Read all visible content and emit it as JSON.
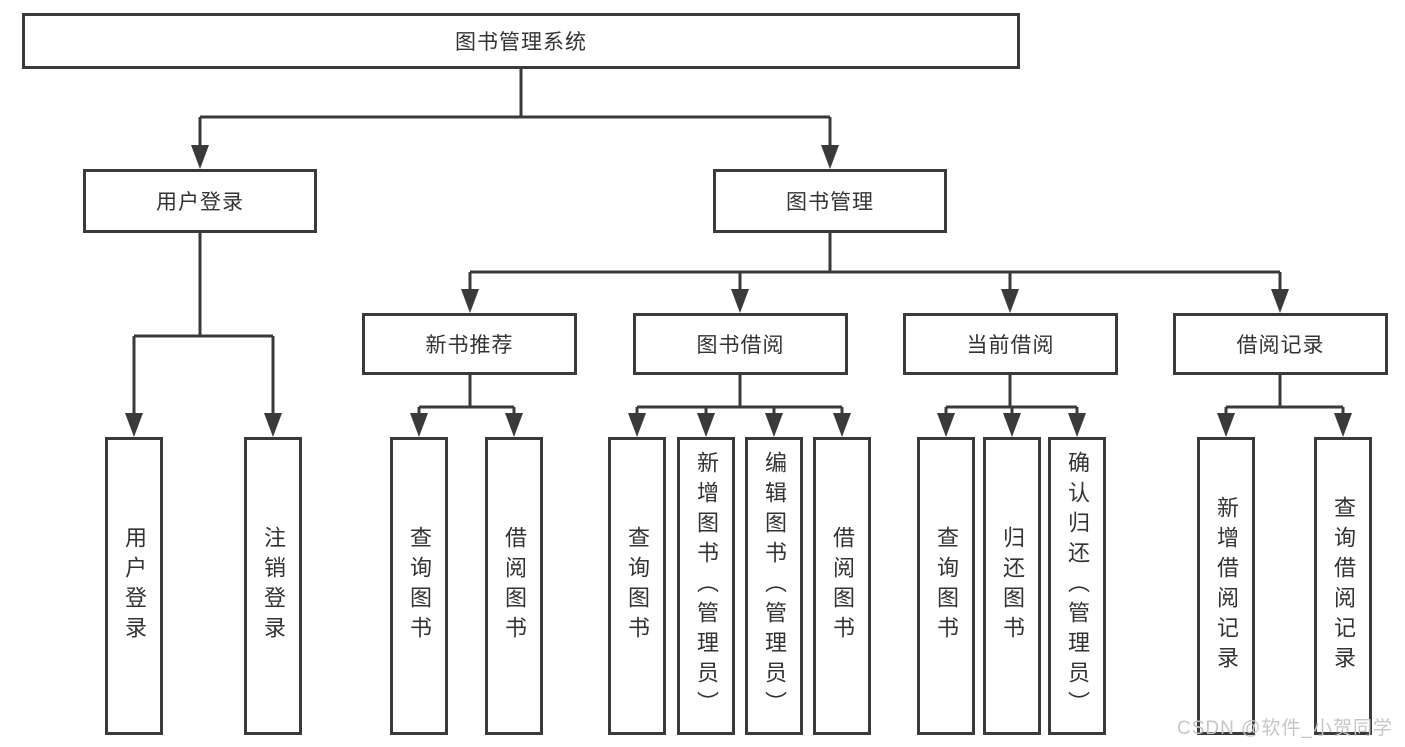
{
  "diagram": {
    "root": {
      "label": "图书管理系统"
    },
    "branches": [
      {
        "label": "用户登录",
        "children": [
          {
            "label": "用户登录"
          },
          {
            "label": "注销登录"
          }
        ]
      },
      {
        "label": "图书管理",
        "children": [
          {
            "label": "新书推荐",
            "children": [
              {
                "label": "查询图书"
              },
              {
                "label": "借阅图书"
              }
            ]
          },
          {
            "label": "图书借阅",
            "children": [
              {
                "label": "查询图书"
              },
              {
                "label": "新增图书（管理员）"
              },
              {
                "label": "编辑图书（管理员）"
              },
              {
                "label": "借阅图书"
              }
            ]
          },
          {
            "label": "当前借阅",
            "children": [
              {
                "label": "查询图书"
              },
              {
                "label": "归还图书"
              },
              {
                "label": "确认归还（管理员）"
              }
            ]
          },
          {
            "label": "借阅记录",
            "children": [
              {
                "label": "新增借阅记录"
              },
              {
                "label": "查询借阅记录"
              }
            ]
          }
        ]
      }
    ]
  },
  "watermark": {
    "text": "CSDN @软件_小贺同学"
  },
  "colors": {
    "line": "#3a3a3a",
    "text": "#333333",
    "watermark": "#c6c6c6",
    "background": "#ffffff"
  }
}
